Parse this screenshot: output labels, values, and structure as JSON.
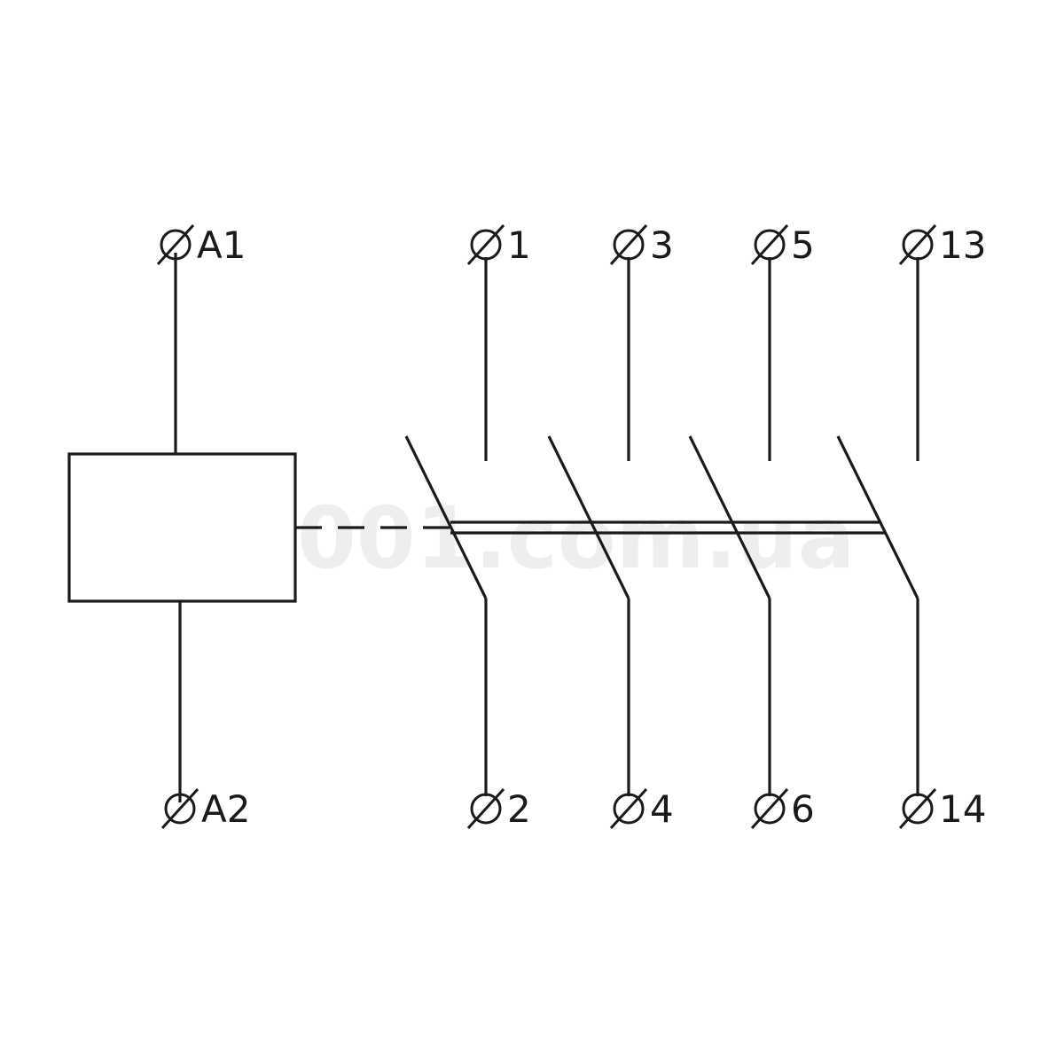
{
  "watermark": "001.com.ua",
  "coil": {
    "top_terminal": "A1",
    "bottom_terminal": "A2"
  },
  "contacts": [
    {
      "top": "1",
      "bottom": "2"
    },
    {
      "top": "3",
      "bottom": "4"
    },
    {
      "top": "5",
      "bottom": "6"
    },
    {
      "top": "13",
      "bottom": "14"
    }
  ],
  "colors": {
    "line": "#1a1a1a",
    "background": "#ffffff",
    "watermark": "#eeeeee"
  }
}
